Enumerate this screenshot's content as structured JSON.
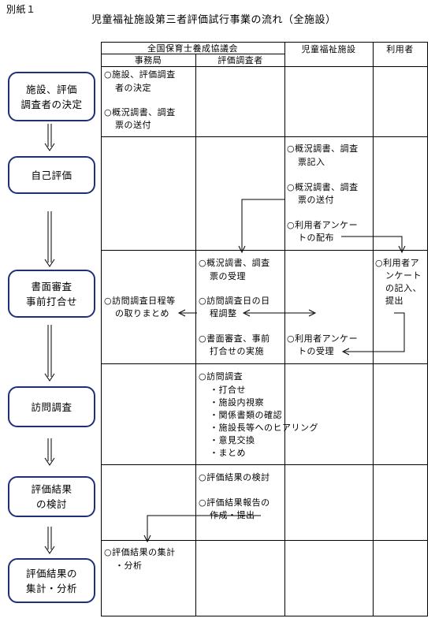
{
  "annex_label": "別紙１",
  "title": "児童福祉施設第三者評価試行事業の流れ（全施設）",
  "headers": {
    "council": "全国保育士養成協議会",
    "facility": "児童福祉施設",
    "user": "利用者",
    "secretariat": "事務局",
    "evaluator": "評価調査者"
  },
  "steps": [
    {
      "line1": "施設、評価",
      "line2": "調査者の決定"
    },
    {
      "line1": "自己評価",
      "line2": ""
    },
    {
      "line1": "書面審査",
      "line2": "事前打合せ"
    },
    {
      "line1": "訪問調査",
      "line2": ""
    },
    {
      "line1": "評価結果",
      "line2": "の検討"
    },
    {
      "line1": "評価結果の",
      "line2": "集計・分析"
    }
  ],
  "cells": {
    "r1_sec_a1": "○施設、評価調査",
    "r1_sec_a2": "者の決定",
    "r1_sec_b1": "○概況調書、調査",
    "r1_sec_b2": "票の送付",
    "r2_fac_a1": "○概況調書、調査",
    "r2_fac_a2": "票記入",
    "r2_fac_b1": "○概況調書、調査",
    "r2_fac_b2": "票の送付",
    "r2_fac_c1": "○利用者アンケー",
    "r2_fac_c2": "トの配布",
    "r3_eval_a1": "○概況調書、調査",
    "r3_eval_a2": "票の受理",
    "r3_sec_a1": "○訪問調査日程等",
    "r3_sec_a2": "の取りまとめ",
    "r3_eval_b1": "○訪問調査日の日",
    "r3_eval_b2": "程調整",
    "r3_eval_c1": "○書面審査、事前",
    "r3_eval_c2": "打合せの実施",
    "r3_fac_a1": "○利用者アンケー",
    "r3_fac_a2": "トの受理",
    "r3_user_a1": "○利用者ア",
    "r3_user_a2": "ンケート",
    "r3_user_a3": "の記入、",
    "r3_user_a4": "提出",
    "r4_eval_a": "○訪問調査",
    "r4_eval_items": [
      "・打合せ",
      "・施設内視察",
      "・関係書類の確認",
      "・施設長等へのヒアリング",
      "・意見交換",
      "・まとめ"
    ],
    "r5_eval_a": "○評価結果の検討",
    "r5_eval_b1": "○評価結果報告の",
    "r5_eval_b2": "作成・提出",
    "r6_sec_a1": "○評価結果の集計",
    "r6_sec_a2": "・分析"
  },
  "colors": {
    "box_border": "#1f2f7a",
    "line": "#000000"
  }
}
